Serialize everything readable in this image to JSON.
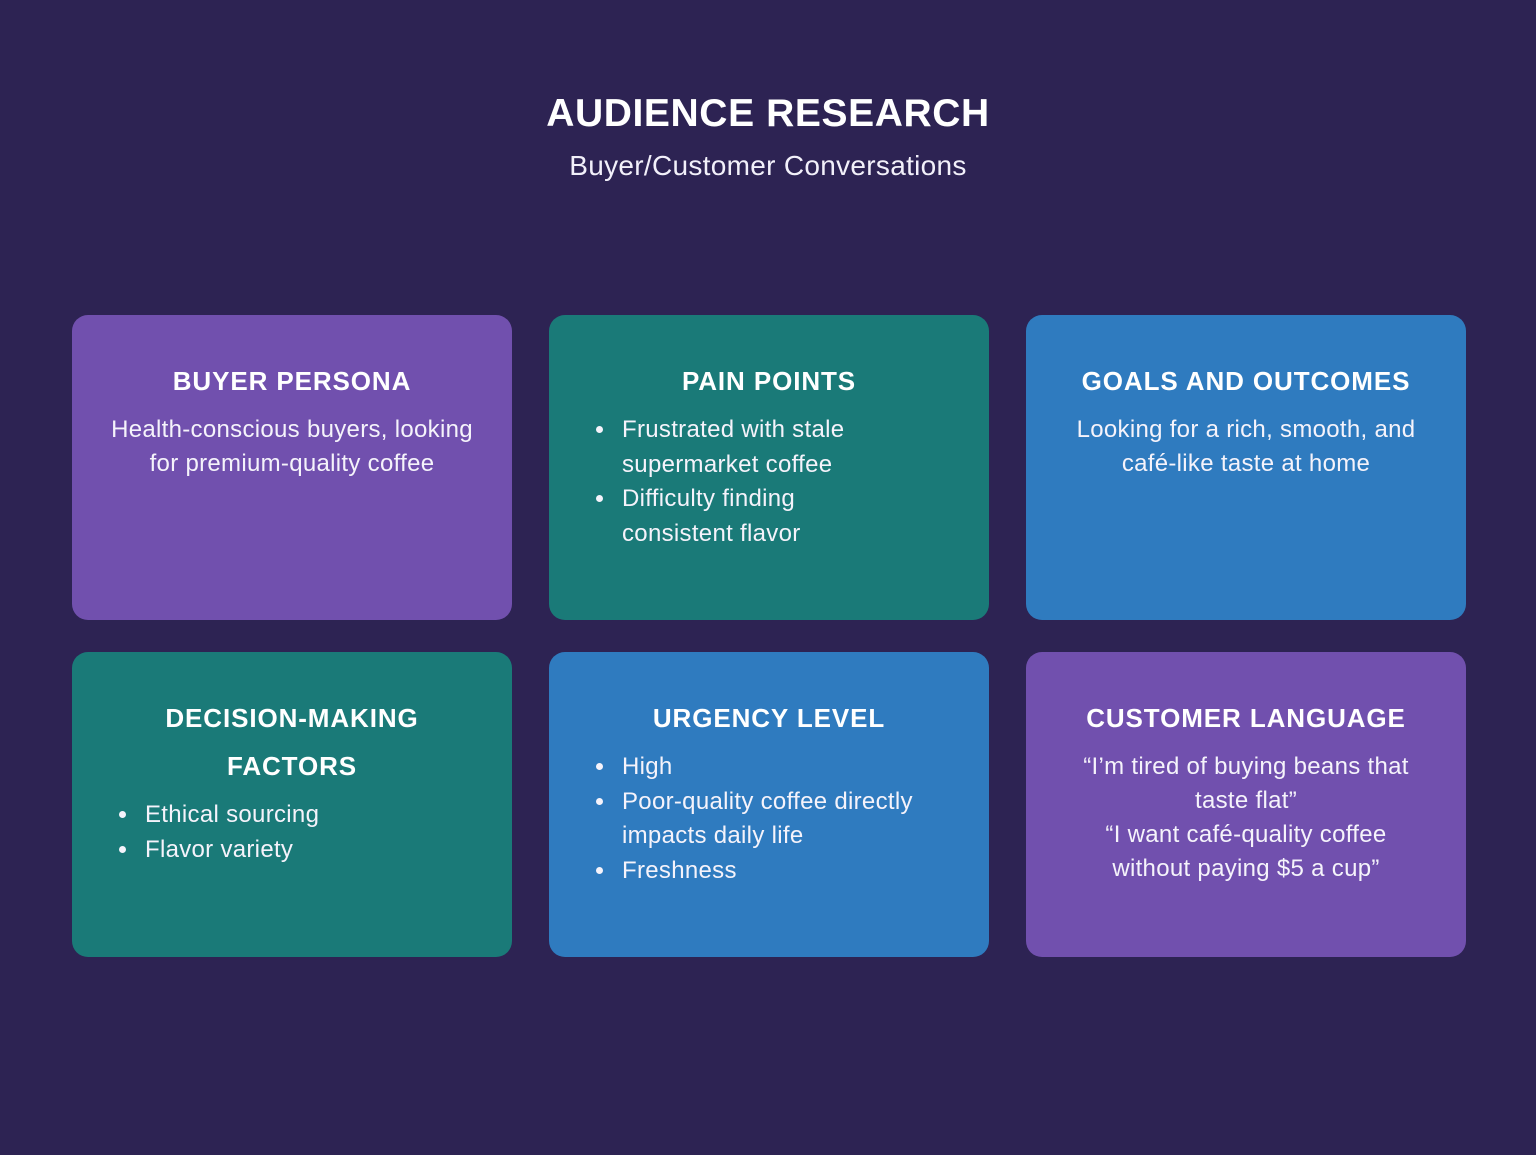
{
  "header": {
    "title": "AUDIENCE RESEARCH",
    "subtitle": "Buyer/Customer Conversations"
  },
  "colors": {
    "background": "#2d2353",
    "purple": "#7150ae",
    "teal": "#1a7a78",
    "blue": "#2f7bbf",
    "text": "#ffffff"
  },
  "cards": [
    {
      "title": "BUYER PERSONA",
      "color": "purple",
      "body": "Health-conscious buyers, looking for premium-quality coffee"
    },
    {
      "title": "PAIN POINTS",
      "color": "teal",
      "bullets": [
        "Frustrated with stale supermarket coffee",
        "Difficulty finding consistent flavor"
      ]
    },
    {
      "title": "GOALS AND OUTCOMES",
      "color": "blue",
      "body": "Looking for a rich, smooth, and café-like taste at home"
    },
    {
      "title": "DECISION-MAKING FACTORS",
      "color": "teal",
      "bullets": [
        "Ethical sourcing",
        "Flavor variety"
      ]
    },
    {
      "title": "URGENCY LEVEL",
      "color": "blue",
      "bullets": [
        "High",
        "Poor-quality coffee directly impacts daily life",
        "Freshness"
      ]
    },
    {
      "title": "CUSTOMER LANGUAGE",
      "color": "purple",
      "quotes": [
        "“I’m tired of buying beans that taste flat”",
        "“I want café-quality coffee without paying $5 a cup”"
      ]
    }
  ]
}
